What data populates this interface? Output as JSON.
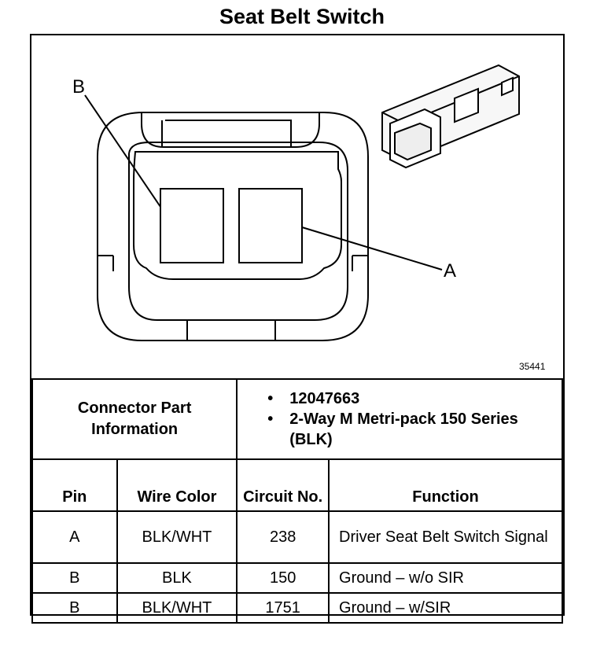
{
  "title": "Seat Belt Switch",
  "diagram": {
    "label_b": "B",
    "label_a": "A",
    "figure_number": "35441"
  },
  "connector": {
    "label": "Connector Part Information",
    "items": [
      "12047663",
      "2-Way M Metri-pack 150 Series (BLK)"
    ]
  },
  "table": {
    "headers": {
      "pin": "Pin",
      "wire_color": "Wire Color",
      "circuit_no": "Circuit No.",
      "function": "Function"
    },
    "rows": [
      {
        "pin": "A",
        "wire_color": "BLK/WHT",
        "circuit": "238",
        "function": "Driver Seat Belt Switch Signal"
      },
      {
        "pin": "B",
        "wire_color": "BLK",
        "circuit": "150",
        "function": "Ground – w/o SIR"
      },
      {
        "pin": "B",
        "wire_color": "BLK/WHT",
        "circuit": "1751",
        "function": "Ground – w/SIR"
      }
    ]
  }
}
